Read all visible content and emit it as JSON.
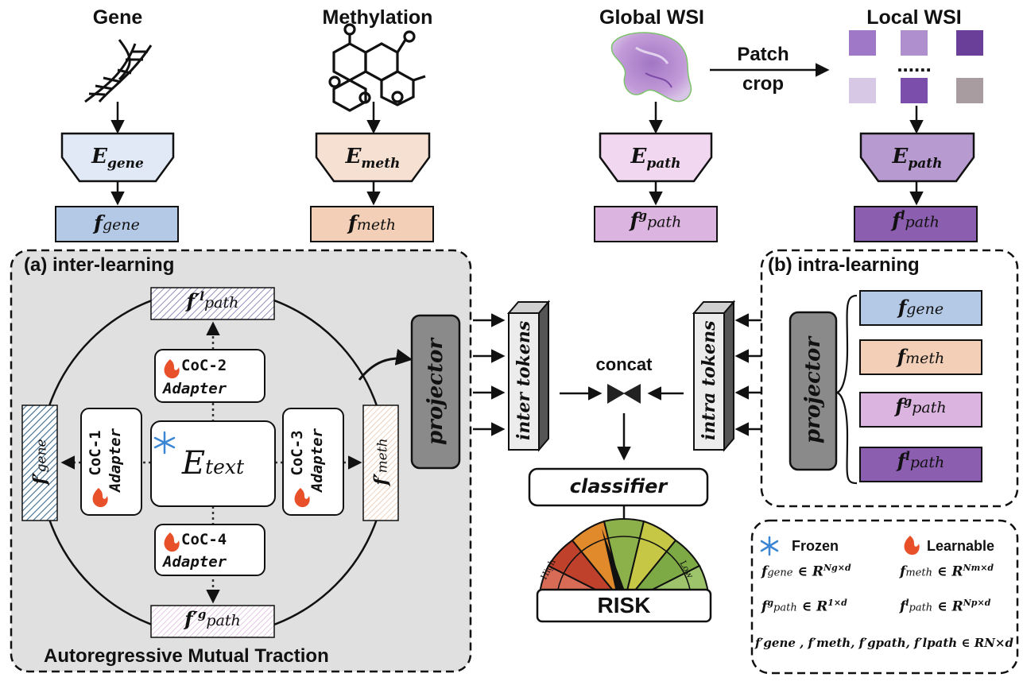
{
  "headers": {
    "gene": "Gene",
    "methylation": "Methylation",
    "global_wsi": "Global WSI",
    "local_wsi": "Local WSI",
    "patch_crop_1": "Patch",
    "patch_crop_2": "crop",
    "dots": "......"
  },
  "encoders": {
    "gene": {
      "main": "E",
      "sub": "gene"
    },
    "meth": {
      "main": "E",
      "sub": "meth"
    },
    "path_global": {
      "main": "E",
      "sub": "path"
    },
    "path_local": {
      "main": "E",
      "sub": "path"
    }
  },
  "features": {
    "gene": {
      "main": "f",
      "sub": "gene"
    },
    "meth": {
      "main": "f",
      "sub": "meth"
    },
    "path_global": {
      "main": "f",
      "sup": "g",
      "sub": "path"
    },
    "path_local": {
      "main": "f",
      "sup": "l",
      "sub": "path"
    }
  },
  "inter": {
    "title": "(a) inter-learning",
    "caption": "Autoregressive Mutual Traction",
    "top_feat": {
      "main": "f′",
      "sup": "l",
      "sub": "path"
    },
    "bottom_feat": {
      "main": "f′",
      "sup": "g",
      "sub": "path"
    },
    "left_feat": {
      "main": "f′",
      "sub": "gene"
    },
    "right_feat": {
      "main": "f′",
      "sub": "meth"
    },
    "text_encoder": {
      "main": "E",
      "sub": "text"
    },
    "adapters": [
      {
        "name": "CoC-1",
        "label": "Adapter"
      },
      {
        "name": "CoC-2",
        "label": "Adapter"
      },
      {
        "name": "CoC-3",
        "label": "Adapter"
      },
      {
        "name": "CoC-4",
        "label": "Adapter"
      }
    ]
  },
  "center": {
    "projector_left": "projector",
    "inter_tokens": "inter tokens",
    "concat": "concat",
    "intra_tokens": "intra tokens",
    "classifier": "classifier",
    "gauge_high": "High",
    "gauge_low": "Low",
    "risk": "RISK"
  },
  "intra": {
    "title": "(b) intra-learning",
    "projector": "projector",
    "features": [
      {
        "main": "f",
        "sup": "",
        "sub": "gene"
      },
      {
        "main": "f",
        "sup": "",
        "sub": "meth"
      },
      {
        "main": "f",
        "sup": "g",
        "sub": "path"
      },
      {
        "main": "f",
        "sup": "l",
        "sub": "path"
      }
    ]
  },
  "legend": {
    "frozen": "Frozen",
    "learnable": "Learnable",
    "eq_gene": {
      "f": "f",
      "sub": "gene",
      "rel": " ∈ R",
      "sup": "Ng×d"
    },
    "eq_meth": {
      "f": "f",
      "sub": "meth",
      "rel": " ∈ R",
      "sup": "Nm×d"
    },
    "eq_pg": {
      "f": "f",
      "sup1": "g",
      "sub": "path",
      "rel": " ∈ R",
      "sup": "1×d"
    },
    "eq_pl": {
      "f": "f",
      "sup1": "l",
      "sub": "path",
      "rel": " ∈ R",
      "sup": "Np×d"
    },
    "eq_all": "f′gene , f′meth, f′gpath, f′lpath ∈ RN×d"
  },
  "colors": {
    "gene": "#b4c9e6",
    "meth": "#f2cfb6",
    "path_g": "#dcb4e0",
    "path_l": "#8c5eaf",
    "panel": "#e0e0e0",
    "projector": "#8a8a8a",
    "risk_red": "#c0412b",
    "risk_orange": "#e08a2c",
    "risk_green": "#8cb04a",
    "risk_yellow": "#c7c746"
  }
}
